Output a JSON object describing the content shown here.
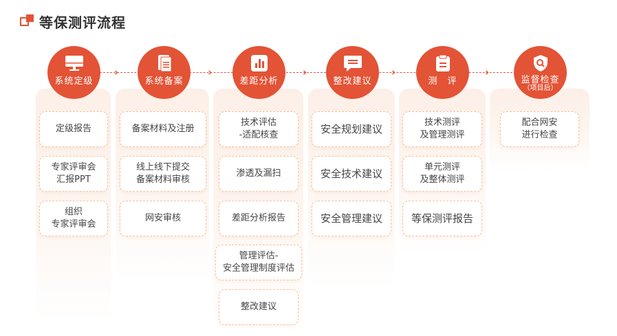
{
  "title": "等保测评流程",
  "accent": "#e35336",
  "steps": [
    {
      "label": "系统定级",
      "icon": "monitor-icon",
      "items": [
        "定级报告",
        "专家评审会\n汇报PPT",
        "组织\n专家评审会"
      ]
    },
    {
      "label": "系统备案",
      "icon": "document-icon",
      "items": [
        "备案材料及注册",
        "线上线下提交\n备案材料审核",
        "网安审核"
      ]
    },
    {
      "label": "差距分析",
      "icon": "bar-chart-icon",
      "items": [
        "技术评估\n-适配核查",
        "渗透及漏扫",
        "差距分析报告",
        "管理评估-\n安全管理制度评估",
        "整改建议"
      ]
    },
    {
      "label": "整改建议",
      "icon": "chat-icon",
      "items": [
        "安全规划建议",
        "安全技术建议",
        "安全管理建议"
      ]
    },
    {
      "label": "测　评",
      "icon": "clipboard-icon",
      "items": [
        "技术测评\n及管理测评",
        "单元测评\n及整体测评",
        "等保测评报告"
      ]
    },
    {
      "label": "监督检查",
      "sub": "（项目后）",
      "icon": "shield-search-icon",
      "items": [
        "配合网安\n进行检查"
      ]
    }
  ]
}
